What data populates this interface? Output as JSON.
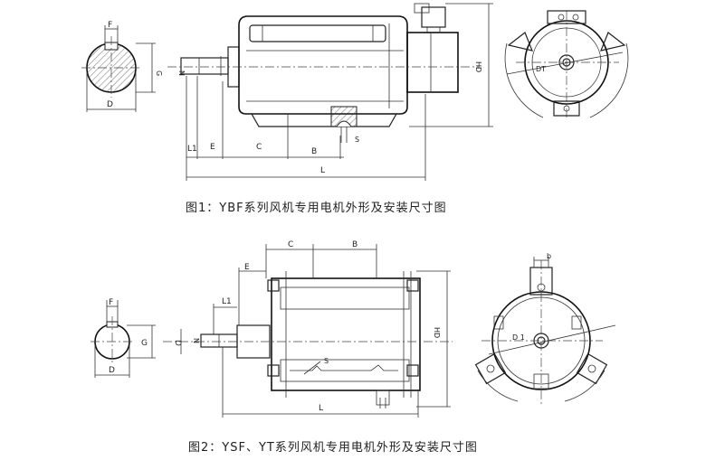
{
  "figure1": {
    "caption": "图1：YBF系列风机专用电机外形及安装尺寸图",
    "dims": {
      "F": "F",
      "G": "G",
      "D": "D",
      "N": "N",
      "HD": "HD",
      "DT": "DT",
      "L1": "L1",
      "E": "E",
      "C": "C",
      "B": "B",
      "S": "S",
      "L": "L"
    }
  },
  "figure2": {
    "caption": "图2：YSF、YT系列风机专用电机外形及安装尺寸图",
    "dims": {
      "F": "F",
      "G": "G",
      "D_shaft": "D",
      "D": "D",
      "N": "N",
      "HD": "HD",
      "D1": "D 1",
      "b": "b",
      "L1": "L1",
      "E": "E",
      "C": "C",
      "B": "B",
      "S": "S",
      "L": "L"
    }
  }
}
